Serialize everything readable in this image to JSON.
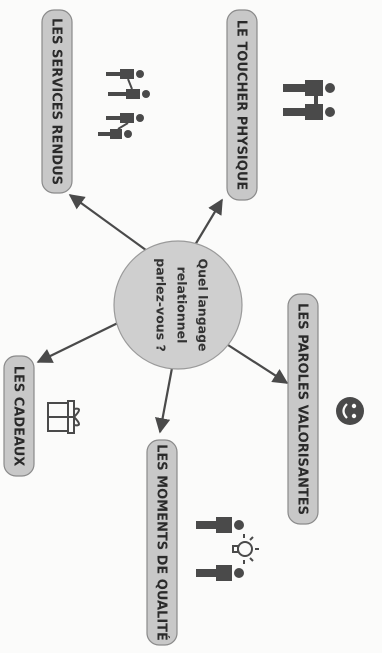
{
  "center": {
    "line1": "Quel langage",
    "line2": "relationnel",
    "line3": "parlez-vous ?"
  },
  "nodes": {
    "services": "LES SERVICES RENDUS",
    "toucher": "LE TOUCHER PHYSIQUE",
    "paroles": "LES PAROLES VALORISANTES",
    "cadeaux": "LES CADEAUX",
    "moments": "LES MOMENTS DE QUALITÉ"
  },
  "icons": {
    "services": "people-helping-icon",
    "toucher": "people-touching-icon",
    "paroles": "smiley-icon",
    "cadeaux": "gift-icon",
    "moments": "people-lightbulb-icon"
  },
  "colors": {
    "pill": "#c8c8c8",
    "center_circle": "#cfcfcf",
    "arrow": "#4a4a4a"
  }
}
